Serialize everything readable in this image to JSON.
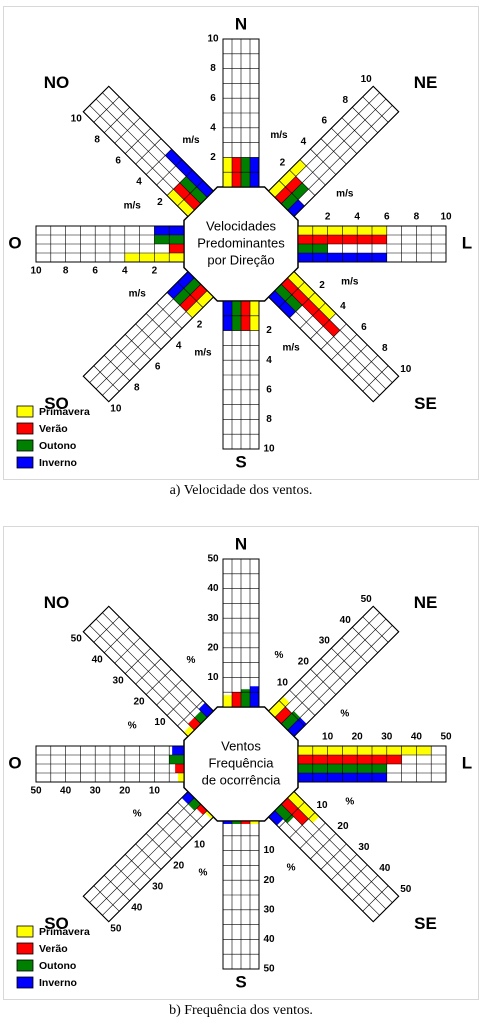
{
  "legend": [
    {
      "season": "Primavera",
      "color": "#ffff00"
    },
    {
      "season": "Verão",
      "color": "#ff0000"
    },
    {
      "season": "Outono",
      "color": "#008000"
    },
    {
      "season": "Inverno",
      "color": "#0000ff"
    }
  ],
  "directions": [
    "N",
    "NE",
    "L",
    "SE",
    "S",
    "SO",
    "O",
    "NO"
  ],
  "chart_data": [
    {
      "type": "radial-bar",
      "caption": "a) Velocidade dos ventos.",
      "center_text": [
        "Velocidades",
        "Predominantes",
        "por Direção"
      ],
      "unit_label": "m/s",
      "scale_max": 10,
      "tick_labels": [
        "2",
        "4",
        "6",
        "8",
        "10"
      ],
      "series_order": [
        "Primavera",
        "Verão",
        "Outono",
        "Inverno"
      ],
      "values": {
        "N": [
          2,
          2,
          2,
          2
        ],
        "NE": [
          3,
          2,
          2,
          1
        ],
        "L": [
          6,
          6,
          2,
          6
        ],
        "SE": [
          4,
          5,
          2,
          2
        ],
        "S": [
          2,
          2,
          2,
          2
        ],
        "SO": [
          2,
          2,
          2,
          2
        ],
        "O": [
          4,
          1,
          2,
          2
        ],
        "NO": [
          2,
          2,
          2,
          4
        ]
      }
    },
    {
      "type": "radial-bar",
      "caption": "b) Frequência dos ventos.",
      "center_text": [
        "Ventos",
        "Frequência",
        "de ocorrência"
      ],
      "unit_label": "%",
      "scale_max": 50,
      "tick_labels": [
        "10",
        "20",
        "30",
        "40",
        "50"
      ],
      "series_order": [
        "Primavera",
        "Verão",
        "Outono",
        "Inverno"
      ],
      "values": {
        "N": [
          4,
          5,
          6,
          7
        ],
        "NE": [
          7,
          5,
          6,
          6
        ],
        "L": [
          45,
          35,
          30,
          30
        ],
        "SE": [
          12,
          10,
          6,
          4
        ],
        "S": [
          1,
          1,
          1,
          1
        ],
        "SO": [
          1,
          2,
          3,
          3
        ],
        "O": [
          2,
          3,
          5,
          4
        ],
        "NO": [
          2,
          3,
          3,
          4
        ]
      }
    }
  ]
}
